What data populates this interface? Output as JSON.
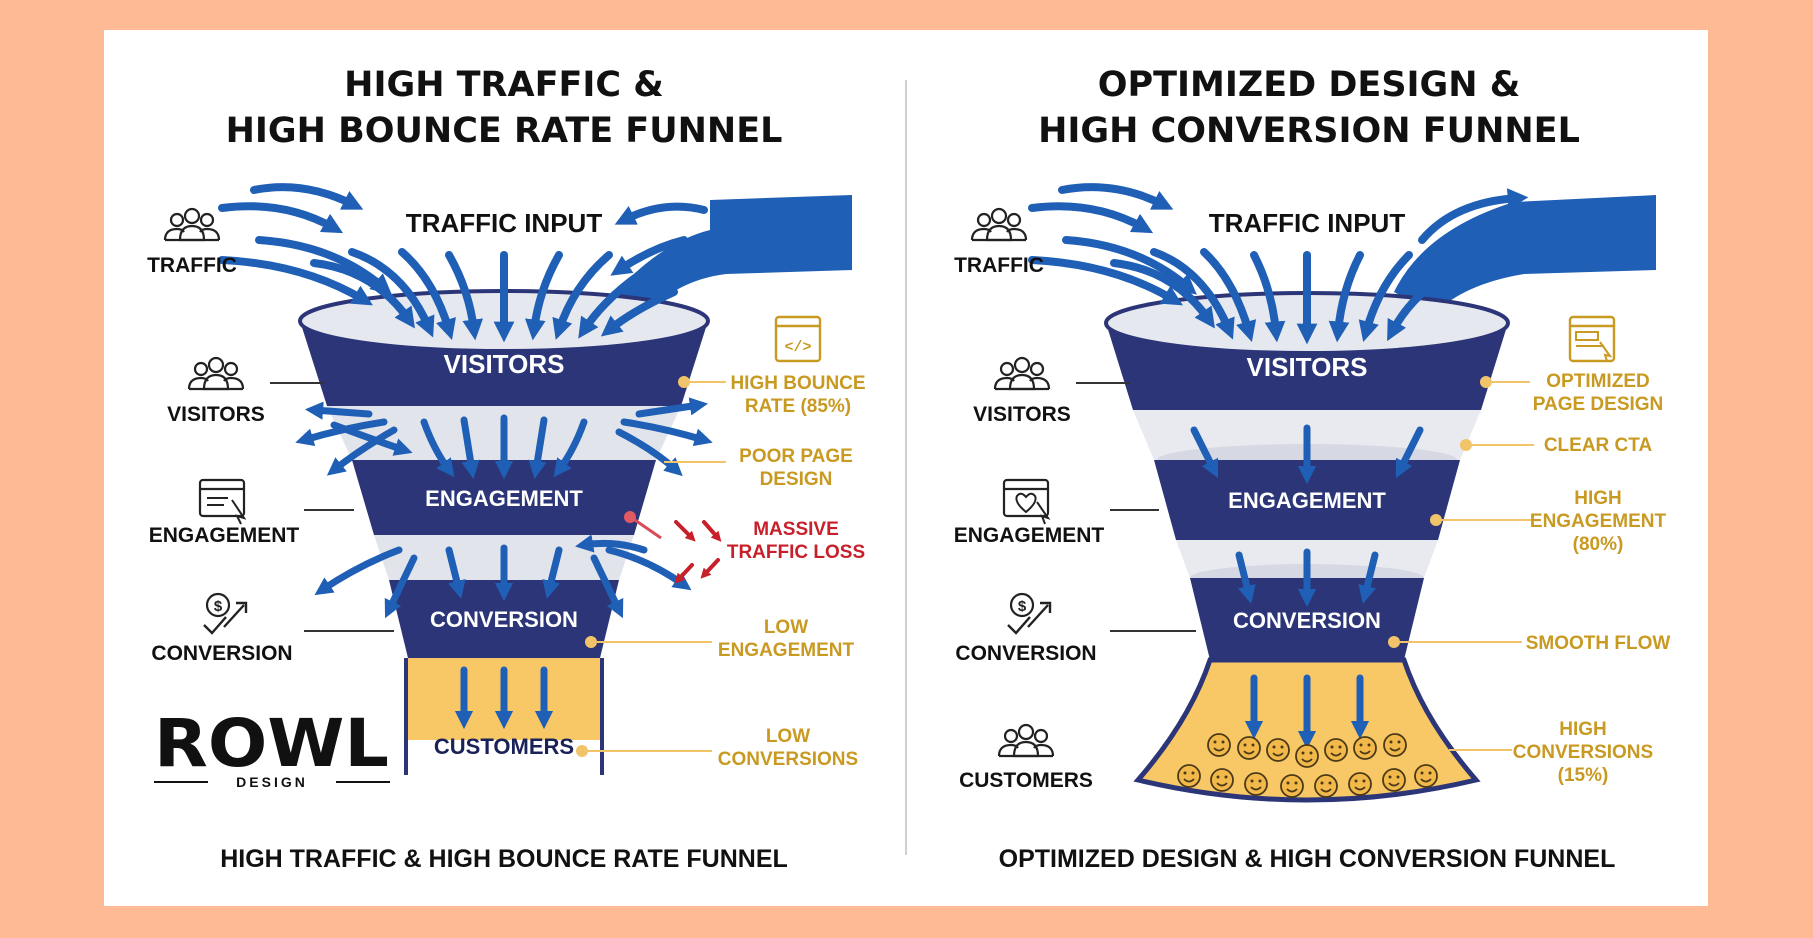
{
  "colors": {
    "background": "#fdba94",
    "card": "#ffffff",
    "funnel_navy": "#2b3577",
    "arrow_blue": "#1f5fb5",
    "accent_gold": "#c99a22",
    "alert_red": "#c8202b",
    "customer_fill": "#f7c865"
  },
  "left": {
    "title_line1": "HIGH TRAFFIC &",
    "title_line2": "HIGH BOUNCE RATE FUNNEL",
    "traffic_input": "TRAFFIC INPUT",
    "footer": "HIGH TRAFFIC & HIGH BOUNCE RATE FUNNEL",
    "side_labels": {
      "traffic": "TRAFFIC",
      "visitors": "VISITORS",
      "engagement": "ENGAGEMENT",
      "conversion": "CONVERSION"
    },
    "bands": {
      "visitors": "VISITORS",
      "engagement": "ENGAGEMENT",
      "conversion": "CONVERSION",
      "customers": "CUSTOMERS"
    },
    "notes": {
      "high_bounce_1": "HIGH BOUNCE",
      "high_bounce_2": "RATE (85%)",
      "poor_page_1": "POOR PAGE",
      "poor_page_2": "DESIGN",
      "massive_1": "MASSIVE",
      "massive_2": "TRAFFIC LOSS",
      "low_eng_1": "LOW",
      "low_eng_2": "ENGAGEMENT",
      "low_conv_1": "LOW",
      "low_conv_2": "CONVERSIONS"
    },
    "icons": {
      "traffic": "people-group-icon",
      "visitors": "people-group-icon",
      "engagement": "browser-cursor-icon",
      "conversion": "dollar-check-icon",
      "note": "code-window-icon"
    }
  },
  "right": {
    "title_line1": "OPTIMIZED DESIGN &",
    "title_line2": "HIGH CONVERSION FUNNEL",
    "traffic_input": "TRAFFIC INPUT",
    "footer": "OPTIMIZED DESIGN & HIGH CONVERSION FUNNEL",
    "side_labels": {
      "traffic": "TRAFFIC",
      "visitors": "VISITORS",
      "engagement": "ENGAGEMENT",
      "conversion": "CONVERSION",
      "customers": "CUSTOMERS"
    },
    "bands": {
      "visitors": "VISITORS",
      "engagement": "ENGAGEMENT",
      "conversion": "CONVERSION"
    },
    "notes": {
      "optimized_1": "OPTIMIZED",
      "optimized_2": "PAGE DESIGN",
      "clear_cta": "CLEAR CTA",
      "high_eng_1": "HIGH",
      "high_eng_2": "ENGAGEMENT",
      "high_eng_3": "(80%)",
      "smooth_flow": "SMOOTH FLOW",
      "high_conv_1": "HIGH",
      "high_conv_2": "CONVERSIONS",
      "high_conv_3": "(15%)"
    },
    "icons": {
      "traffic": "people-group-icon",
      "visitors": "people-group-icon",
      "engagement": "heart-cursor-icon",
      "conversion": "dollar-check-icon",
      "customers": "people-group-icon",
      "note": "layout-window-icon",
      "customer": "smiley-face-icon"
    }
  },
  "logo": {
    "main": "ROWL",
    "sub": "DESIGN"
  }
}
